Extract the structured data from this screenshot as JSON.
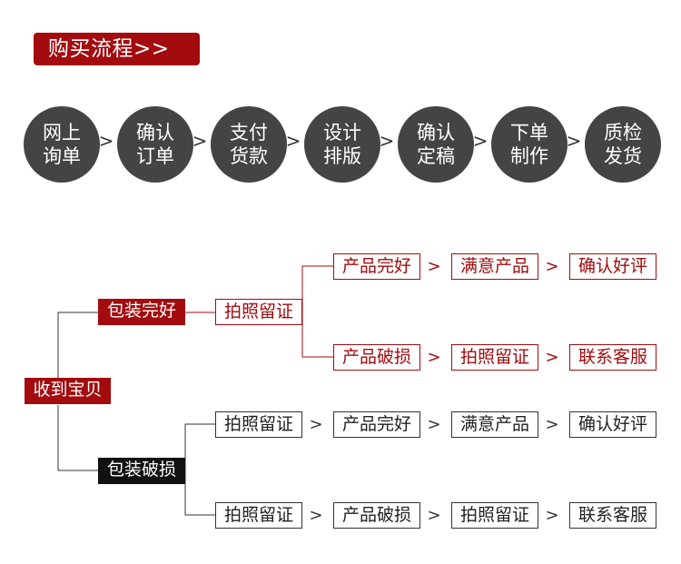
{
  "title": "购买流程>>",
  "colors": {
    "accent": "#a30b0f",
    "dark": "#444444",
    "black": "#111111"
  },
  "process_steps": [
    {
      "line1": "网上",
      "line2": "询单"
    },
    {
      "line1": "确认",
      "line2": "订单"
    },
    {
      "line1": "支付",
      "line2": "货款"
    },
    {
      "line1": "设计",
      "line2": "排版"
    },
    {
      "line1": "确认",
      "line2": "定稿"
    },
    {
      "line1": "下单",
      "line2": "制作"
    },
    {
      "line1": "质检",
      "line2": "发货"
    }
  ],
  "step_separator": ">",
  "flow": {
    "root": "收到宝贝",
    "branch_good": {
      "label": "包装完好",
      "photo": "拍照留证",
      "path_good": [
        "产品完好",
        "满意产品",
        "确认好评"
      ],
      "path_damaged": [
        "产品破损",
        "拍照留证",
        "联系客服"
      ]
    },
    "branch_damaged": {
      "label": "包装破损",
      "path_top": [
        "拍照留证",
        "产品完好",
        "满意产品",
        "确认好评"
      ],
      "path_bottom": [
        "拍照留证",
        "产品破损",
        "拍照留证",
        "联系客服"
      ]
    },
    "separator": ">"
  }
}
